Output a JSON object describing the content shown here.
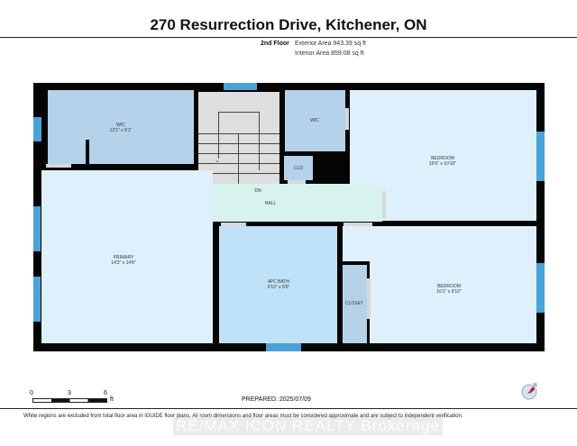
{
  "header": {
    "title": "270 Resurrection Drive, Kitchener, ON",
    "floor": "2nd Floor",
    "exterior_area": "Exterior Area 943.39 sq ft",
    "interior_area": "Interior Area 859.08 sq ft"
  },
  "rooms": {
    "wic_left": {
      "name": "WIC",
      "dims": "12'1\" x 6'1\""
    },
    "wic_right": {
      "name": "WIC"
    },
    "clo": {
      "name": "CLO"
    },
    "bedroom1": {
      "name": "BEDROOM",
      "dims": "15'6\" x 10'10\""
    },
    "hall": {
      "name": "HALL",
      "stair_label": "DN"
    },
    "primary": {
      "name": "PRIMARY",
      "dims": "14'3\" x 14'8\""
    },
    "bath": {
      "name": "4PC BATH",
      "dims": "9'10\" x 9'9\""
    },
    "closet": {
      "name": "CLOSET"
    },
    "bedroom2": {
      "name": "BEDROOM",
      "dims": "16'1\" x 9'10\""
    }
  },
  "scale_bar": {
    "ticks": [
      "0",
      "3",
      "6"
    ],
    "unit": "ft"
  },
  "prepared": "PREPARED: 2025/07/09",
  "footer": {
    "disclaimer": "White regions are excluded from total floor area in iGUIDE floor plans. All room dimensions and floor areas must be considered approximate and are subject to independent verification.",
    "watermark": "RE/MAX ICON REALTY Brokerage"
  },
  "colors": {
    "wall": "#050505",
    "room_dark": "#b4d3ea",
    "room_light": "#ddf0fc",
    "bath": "#c0e2f8",
    "hall": "#d8f2ee",
    "stairs": "#dedede",
    "window": "#4aa3d8",
    "compass_needle": "#e0202a"
  }
}
